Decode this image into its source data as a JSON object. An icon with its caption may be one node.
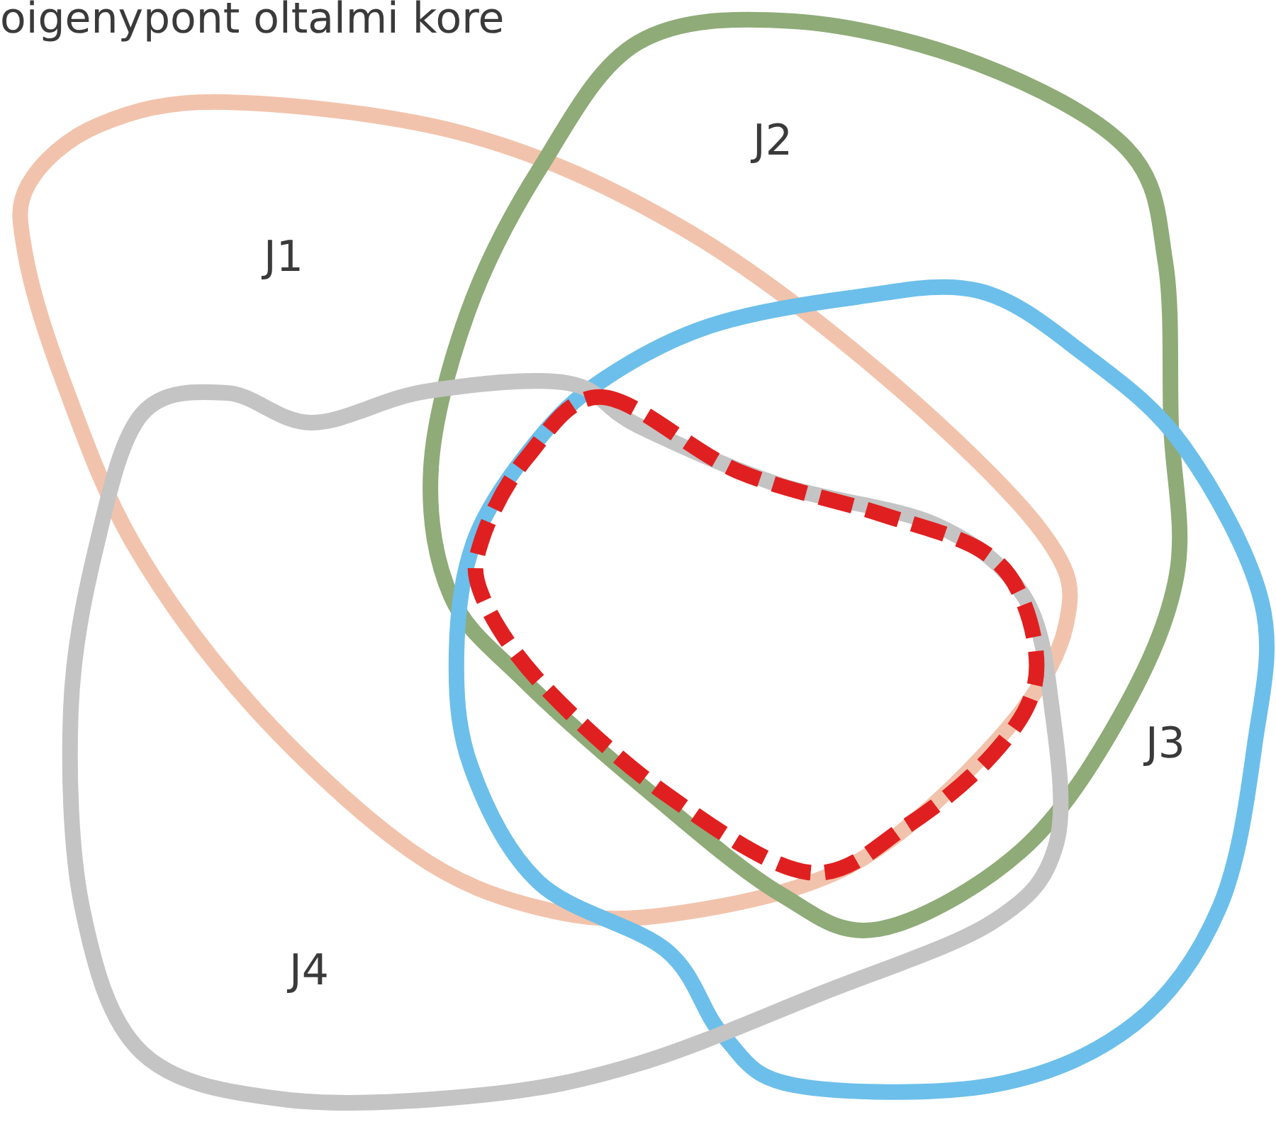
{
  "diagram": {
    "title": "oigenypont oltalmi kore",
    "nodes": [
      {
        "text": [
          "J1"
        ]
      },
      {
        "text": [
          "J2"
        ]
      },
      {
        "text": [
          "J3"
        ]
      },
      {
        "text": [
          "J4"
        ]
      },
      {
        "text": [],
        "shape": "blob"
      }
    ]
  }
}
